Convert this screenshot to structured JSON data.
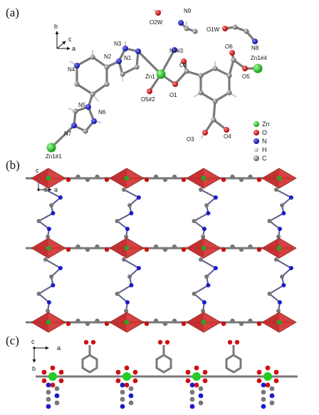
{
  "panels": {
    "a": "(a)",
    "b": "(b)",
    "c": "(c)"
  },
  "axes_a": {
    "b": "b",
    "c": "c",
    "a": "a"
  },
  "axes_b": {
    "c": "c",
    "a": "a"
  },
  "axes_c": {
    "c": "c",
    "a": "a",
    "b": "b"
  },
  "atom_labels": {
    "n1": "N1",
    "n2": "N2",
    "n3": "N3",
    "n4": "N4",
    "n5": "N5",
    "n6": "N6",
    "n7": "N7",
    "n7_3": "N7#3",
    "n8": "N8",
    "n9": "N9",
    "o1": "O1",
    "o2": "O2",
    "o3": "O3",
    "o4": "O4",
    "o5": "O5",
    "o6": "O6",
    "o5_2": "O5#2",
    "o1w": "O1W",
    "o2w": "O2W",
    "zn1": "Zn1",
    "zn1_4": "Zn1#4",
    "zn1_1": "Zn1#1"
  },
  "legend": [
    {
      "label": "Zn",
      "color": "#22cc22"
    },
    {
      "label": "O",
      "color": "#dd1111"
    },
    {
      "label": "N",
      "color": "#1111cc"
    },
    {
      "label": "H",
      "color": "#cccccc"
    },
    {
      "label": "C",
      "color": "#777777"
    }
  ],
  "colors": {
    "carbon": "#7a7a7a",
    "nitrogen": "#1a1acc",
    "oxygen": "#d81b1b",
    "zinc": "#22cc22",
    "hydrogen": "#d8d8d8",
    "polyhedron": "#d23232"
  }
}
